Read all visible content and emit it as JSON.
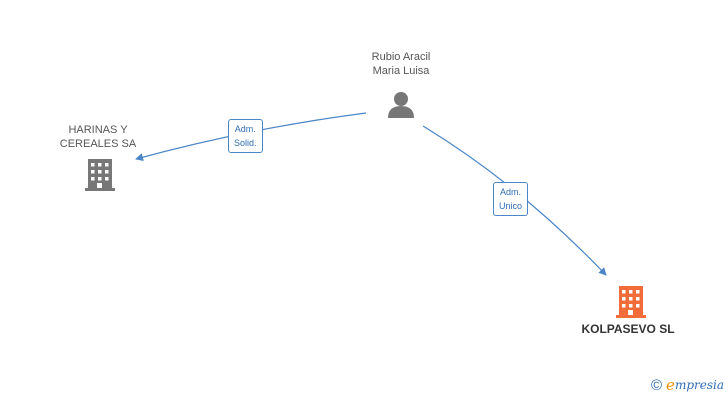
{
  "nodes": {
    "person": {
      "name_line1": "Rubio Aracil",
      "name_line2": "Maria Luisa",
      "type": "person-icon"
    },
    "company_left": {
      "name_line1": "HARINAS Y",
      "name_line2": "CEREALES SA",
      "type": "building-icon",
      "color": "#777777"
    },
    "company_right": {
      "name": "KOLPASEVO SL",
      "type": "building-icon",
      "color": "#f26c3a"
    }
  },
  "edges": {
    "to_left": {
      "line1": "Adm.",
      "line2": "Solid."
    },
    "to_right": {
      "line1": "Adm.",
      "line2": "Unico"
    }
  },
  "colors": {
    "edge": "#4a86c8",
    "person": "#777777"
  },
  "footer": {
    "copyright": "©",
    "brand_first": "e",
    "brand_rest": "mpresia"
  }
}
